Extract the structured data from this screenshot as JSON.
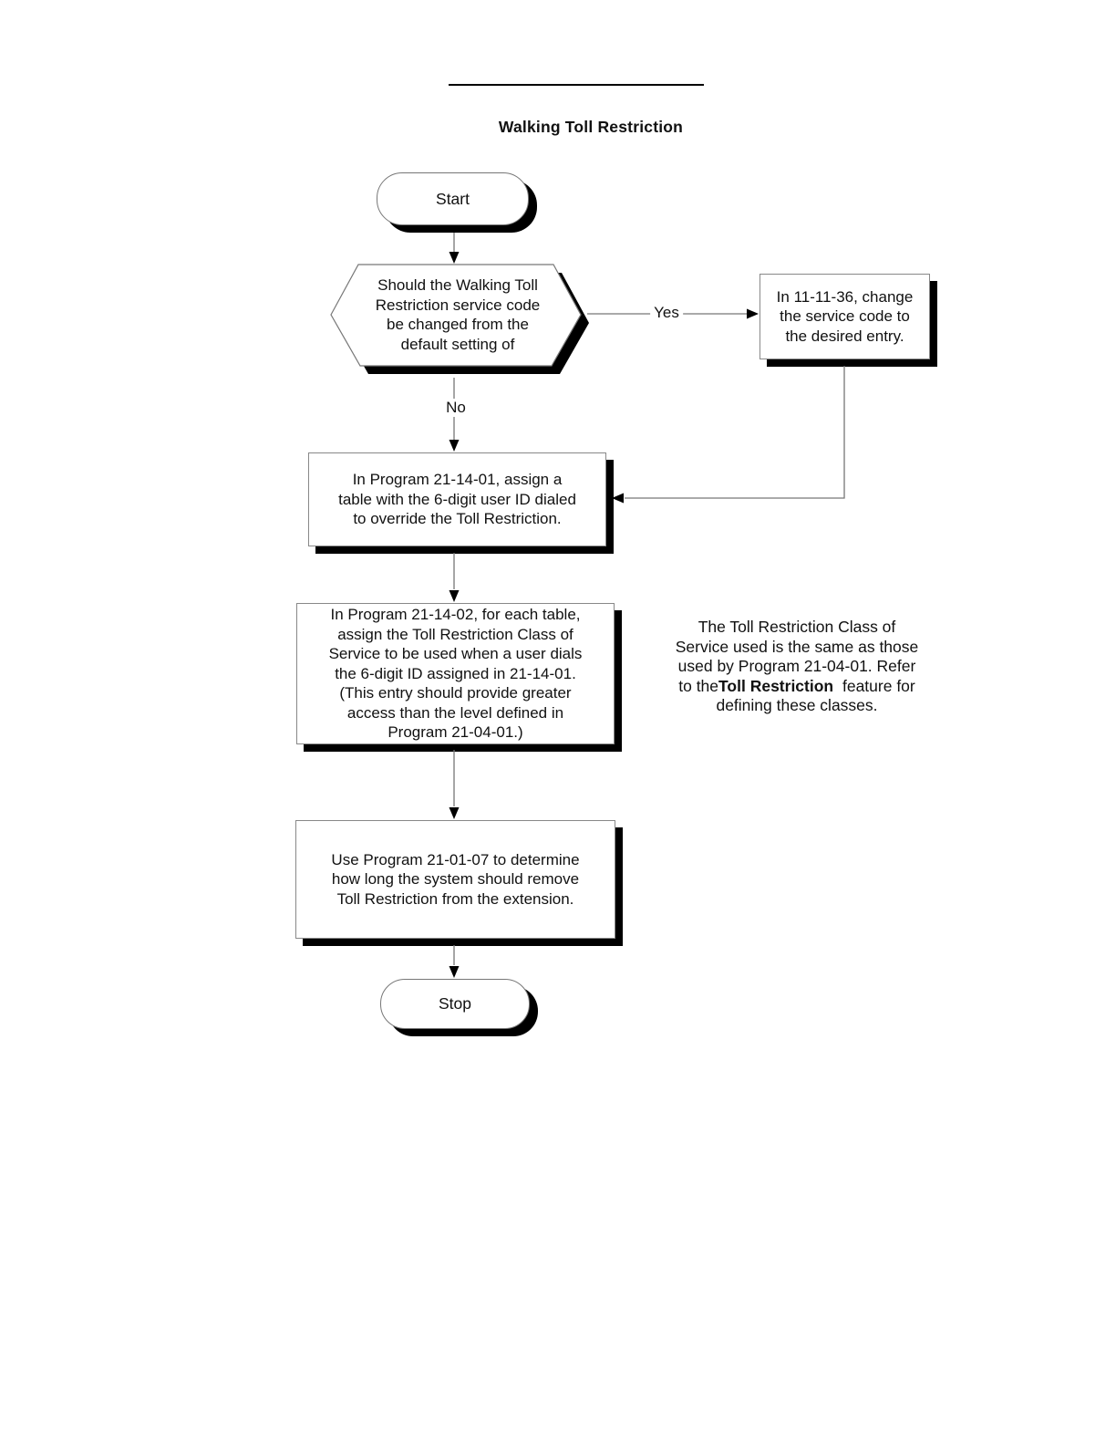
{
  "page": {
    "title": "Walking Toll Restriction"
  },
  "flow": {
    "start_label": "Start",
    "stop_label": "Stop",
    "yes_label": "Yes",
    "no_label": "No",
    "decision_text": "Should the Walking Toll\nRestriction service code\nbe changed from the\ndefault setting of",
    "step_change_code": "In 11-11-36, change\nthe service code to\nthe desired entry.",
    "step_assign_table": "In Program 21-14-01, assign a\ntable with the 6-digit user ID dialed\nto override the Toll Restriction.",
    "step_assign_class": "In Program 21-14-02, for each table,\nassign the Toll Restriction Class of\nService to be used when a user dials\nthe 6-digit ID assigned in 21-14-01.\n(This entry should provide greater\naccess than the level defined in\nProgram 21-04-01.)",
    "step_duration": "Use Program 21-01-07 to determine\nhow long the system should remove\nToll Restriction from the extension."
  },
  "note": {
    "line1": "The Toll Restriction Class of",
    "line2": "Service used is the same as those",
    "line3": "used by Program 21-04-01. Refer",
    "line4_pre": "to the",
    "line4_bold": "Toll Restriction",
    "line4_post": " feature for",
    "line5": "defining these classes."
  },
  "colors": {
    "shadow": "#000000",
    "border": "#888888",
    "connector": "#777777",
    "background": "#ffffff"
  }
}
